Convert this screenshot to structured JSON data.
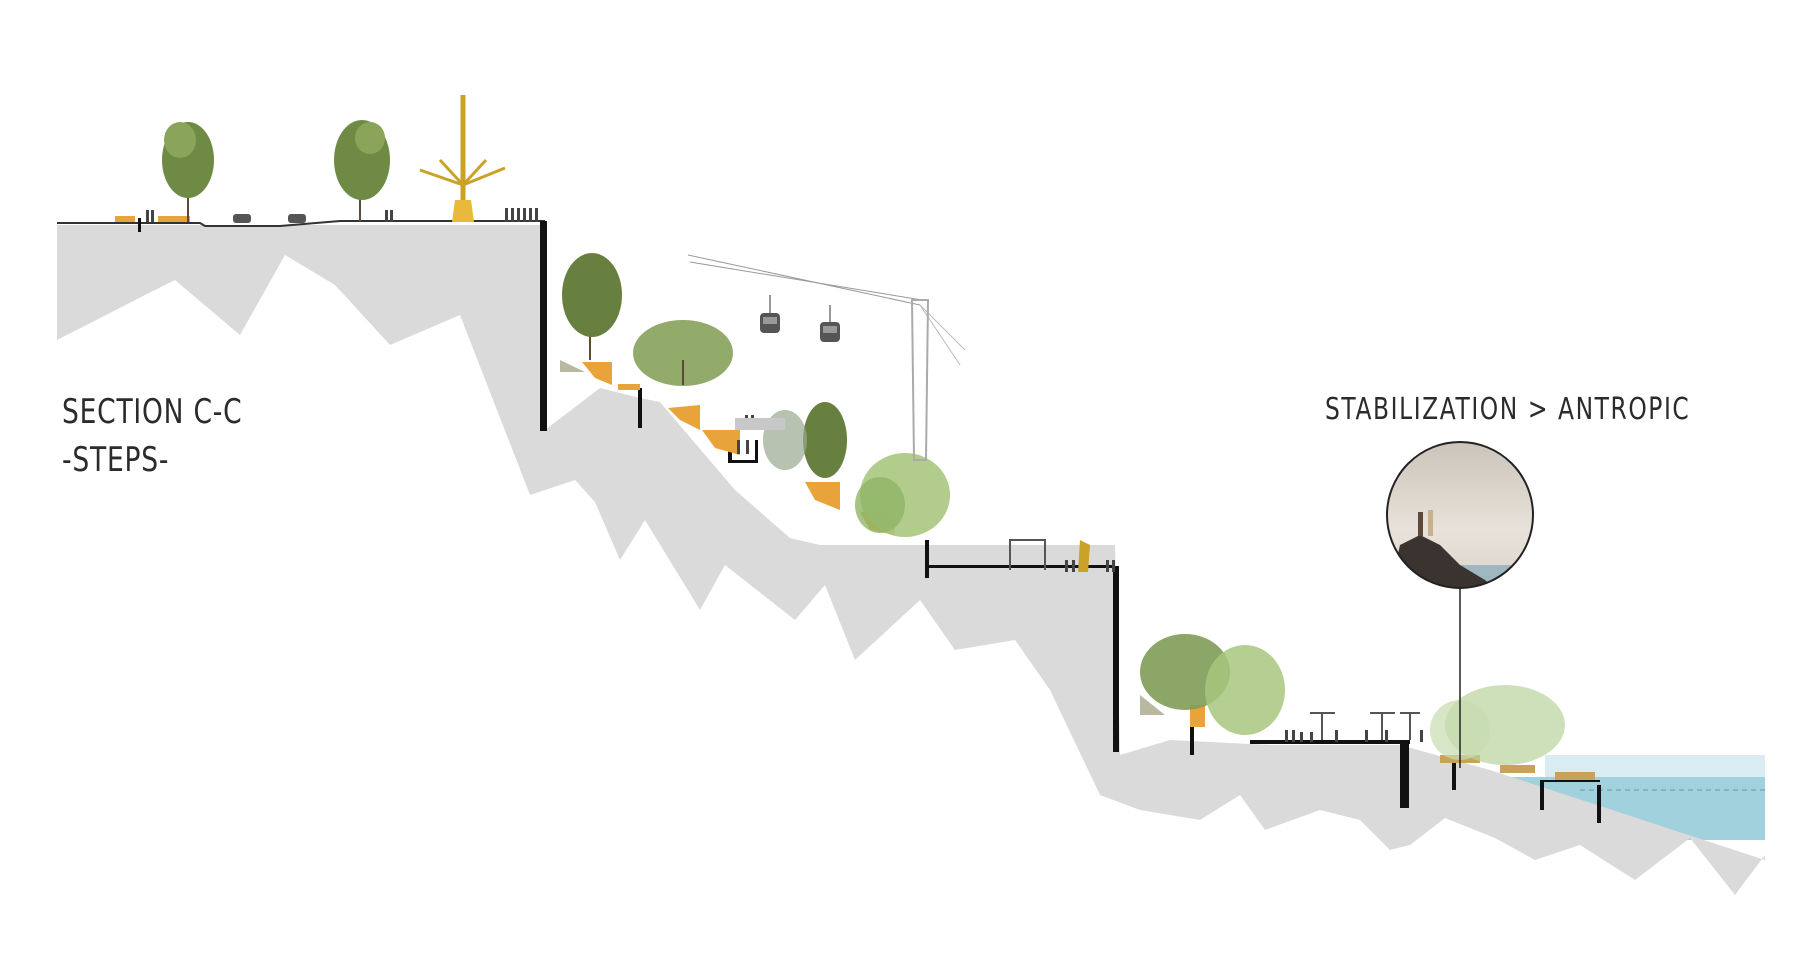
{
  "section": {
    "title": "SECTION C-C",
    "subtitle": "-STEPS-"
  },
  "callout": {
    "title": "STABILIZATION > ANTROPIC",
    "image_subject": "people-on-coastal-rocks-photo"
  },
  "colors": {
    "terrain": "#dadada",
    "wall": "#111111",
    "planter": "#e8a33a",
    "water": "#8fc9d6",
    "water_light": "#cfe7ee",
    "tree": "#6f8f3a",
    "willow": "#9ec27a",
    "lamp": "#c9a227"
  }
}
